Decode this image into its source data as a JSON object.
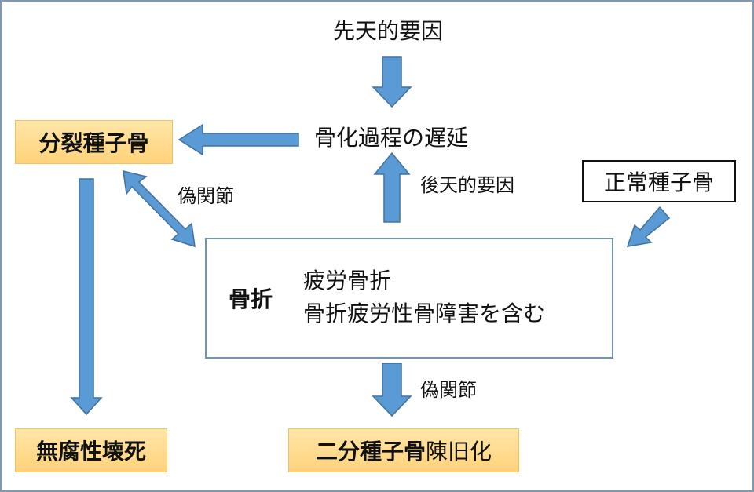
{
  "nodes": {
    "congenital_factor": "先天的要因",
    "ossification_delay": "骨化過程の遅延",
    "bipartite_sesamoid": "分裂種子骨",
    "acquired_factor": "後天的要因",
    "normal_sesamoid": "正常種子骨",
    "pseudarthrosis_left": "偽関節",
    "fracture_title": "骨折",
    "fracture_item1": "疲労骨折",
    "fracture_item2": "骨折疲労性骨障害を含む",
    "pseudarthrosis_bottom": "偽関節",
    "avascular_necrosis": "無腐性壊死",
    "two_part_sesamoid_bold": "二分種子骨",
    "two_part_sesamoid_rest": "陳旧化"
  },
  "colors": {
    "arrow_fill": "#5b9bd5",
    "highlight_box": "#ffd98f",
    "frame_border": "#7f99b2"
  }
}
